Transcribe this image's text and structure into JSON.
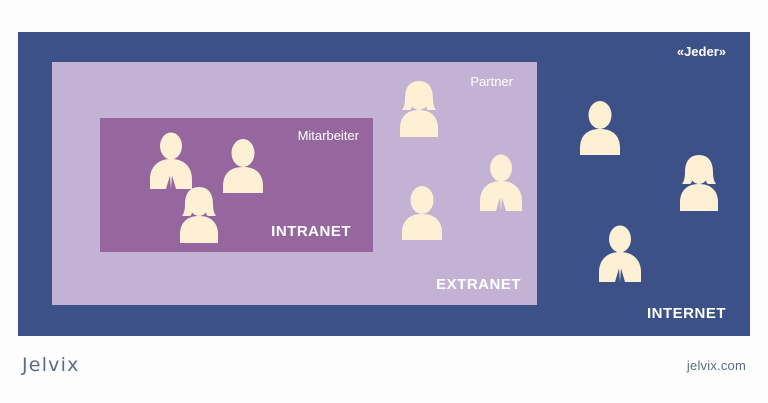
{
  "colors": {
    "page_background": "#fdfdfd",
    "internet_zone": "#3d5189",
    "extranet_zone": "#c4b2d4",
    "intranet_zone": "#96679f",
    "person_icon": "#fdf0d5",
    "label_text": "#ffffff",
    "footer_text": "#5c6b8a"
  },
  "diagram": {
    "zones": {
      "internet": {
        "title": "INTERNET",
        "group_label": "«Jeder»"
      },
      "extranet": {
        "title": "EXTRANET",
        "group_label": "Partner"
      },
      "intranet": {
        "title": "INTRANET",
        "group_label": "Mitarbeiter"
      }
    },
    "people": {
      "intranet": [
        {
          "icon": "person-man-tie-icon",
          "zone": "intranet"
        },
        {
          "icon": "person-plain-icon",
          "zone": "intranet"
        },
        {
          "icon": "person-woman-icon",
          "zone": "intranet"
        }
      ],
      "extranet": [
        {
          "icon": "person-woman-icon",
          "zone": "extranet"
        },
        {
          "icon": "person-man-tie-icon",
          "zone": "extranet"
        },
        {
          "icon": "person-plain-icon",
          "zone": "extranet"
        }
      ],
      "internet": [
        {
          "icon": "person-plain-icon",
          "zone": "internet"
        },
        {
          "icon": "person-woman-icon",
          "zone": "internet"
        },
        {
          "icon": "person-man-tie-icon",
          "zone": "internet"
        }
      ]
    }
  },
  "footer": {
    "brand": "Jelvix",
    "url": "jelvix.com"
  }
}
